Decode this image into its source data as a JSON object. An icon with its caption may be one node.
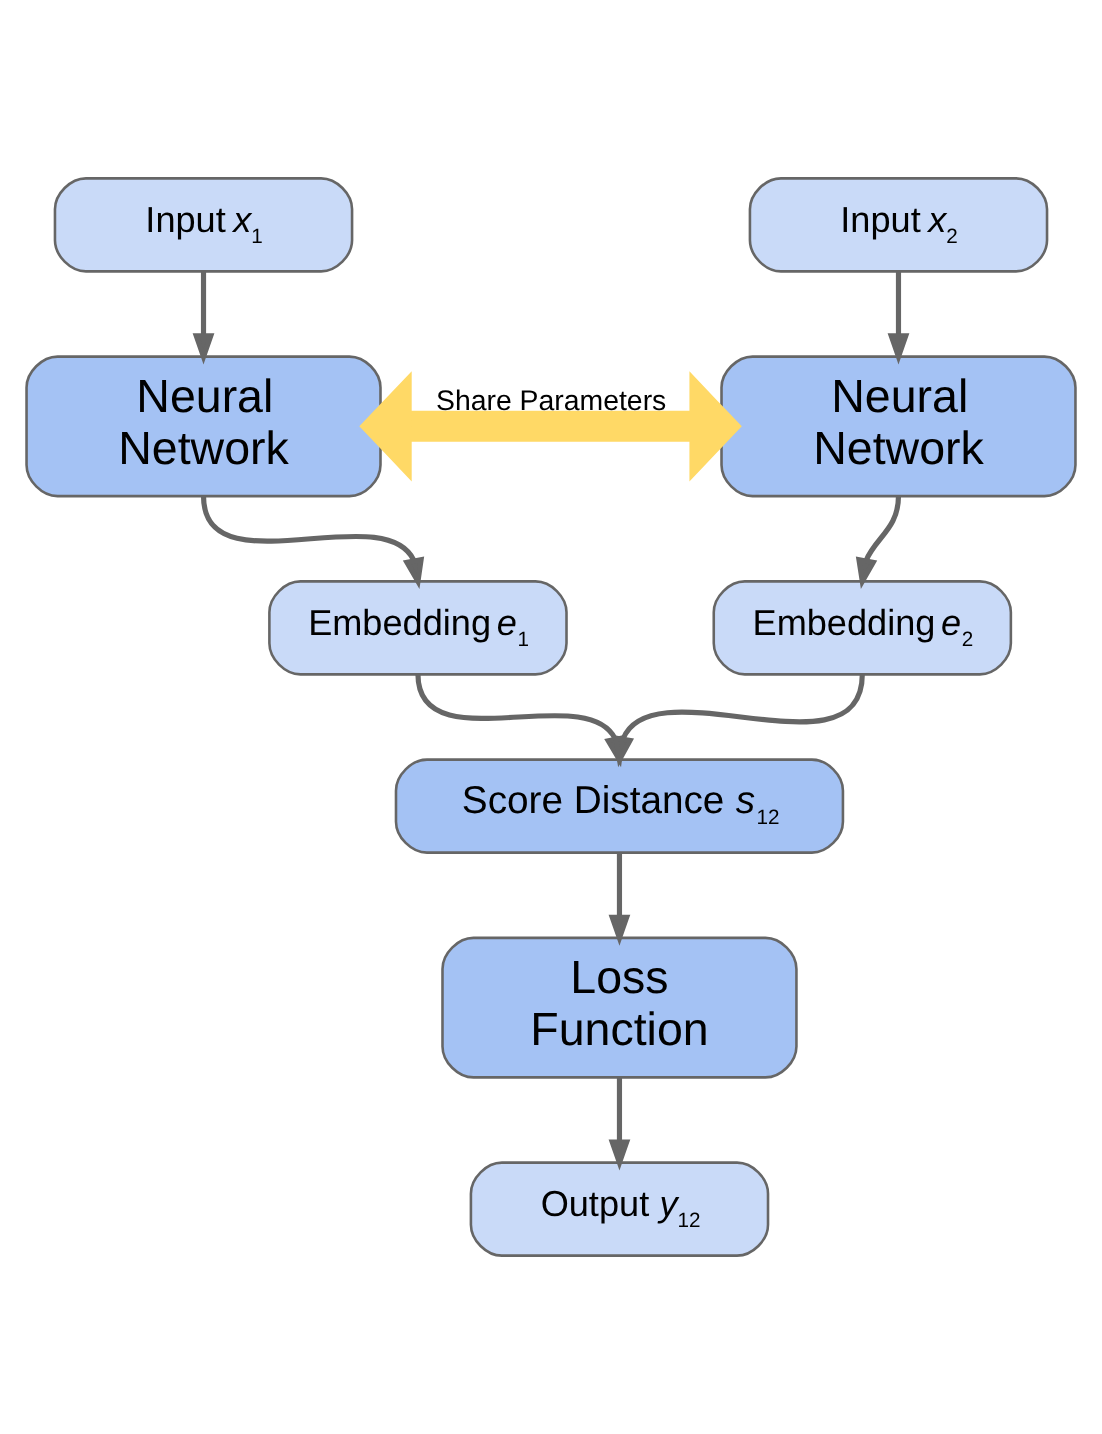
{
  "diagram": {
    "nodes": [
      {
        "text": [
          "Input *x*$_{1}$"
        ]
      },
      {
        "text": [
          "Input *x*$_{2}$"
        ]
      },
      {
        "text": [
          "Neural Network"
        ]
      },
      {
        "text": [
          "Neural Network"
        ]
      },
      {
        "text": [
          "Embedding *e*$_{1}$"
        ]
      },
      {
        "text": [
          "Embedding *e*$_{2}$"
        ]
      },
      {
        "text": [
          "Score Distance *s*$_{12}$"
        ]
      },
      {
        "text": [
          "Loss Function"
        ]
      },
      {
        "text": [
          "Output *y*$_{12}$"
        ]
      }
    ],
    "edges": [
      {
        "from": 0,
        "to": 2,
        "arrow": "to"
      },
      {
        "from": 1,
        "to": 3,
        "arrow": "to"
      },
      {
        "from": 2,
        "to": 3,
        "arrow": "both",
        "label": "Share Parameters",
        "style": "thick",
        "color": "#ffd966"
      },
      {
        "from": 2,
        "to": 4,
        "arrow": "to"
      },
      {
        "from": 3,
        "to": 5,
        "arrow": "to"
      },
      {
        "from": 4,
        "to": 6,
        "arrow": "to"
      },
      {
        "from": 5,
        "to": 6,
        "arrow": "to"
      },
      {
        "from": 6,
        "to": 7,
        "arrow": "to"
      },
      {
        "from": 7,
        "to": 8,
        "arrow": "to"
      }
    ]
  }
}
